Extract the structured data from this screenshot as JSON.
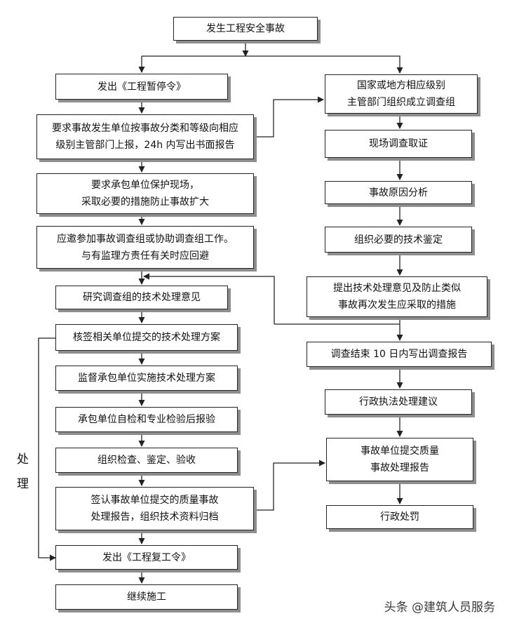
{
  "top": "发生工程安全事故",
  "left": [
    "发出《工程暂停令》",
    "要求事故发生单位按事故分类和等级向相应\n级别主管部门上报，24h 内写出书面报告",
    "要求承包单位保护现场，\n采取必要的措施防止事故扩大",
    "应邀参加事故调查组或协助调查组工作。\n与有监理方责任有关时应回避",
    "研究调查组的技术处理意见",
    "核签相关单位提交的技术处理方案",
    "监督承包单位实施技术处理方案",
    "承包单位自检和专业检验后报验",
    "组织检查、鉴定、验收",
    "签认事故单位提交的质量事故\n处理报告，组织技术资料归档",
    "发出《工程复工令》",
    "继续施工"
  ],
  "right": [
    "国家或地方相应级别\n主管部门组织成立调查组",
    "现场调查取证",
    "事故原因分析",
    "组织必要的技术鉴定",
    "提出技术处理意见及防止类似\n事故再次发生应采取的措施",
    "调查结束 10 日内写出调查报告",
    "行政执法处理建议",
    "事故单位提交质量\n事故处理报告",
    "行政处罚"
  ],
  "side_label": [
    "处",
    "理"
  ],
  "watermark": "头条 @建筑人员服务"
}
